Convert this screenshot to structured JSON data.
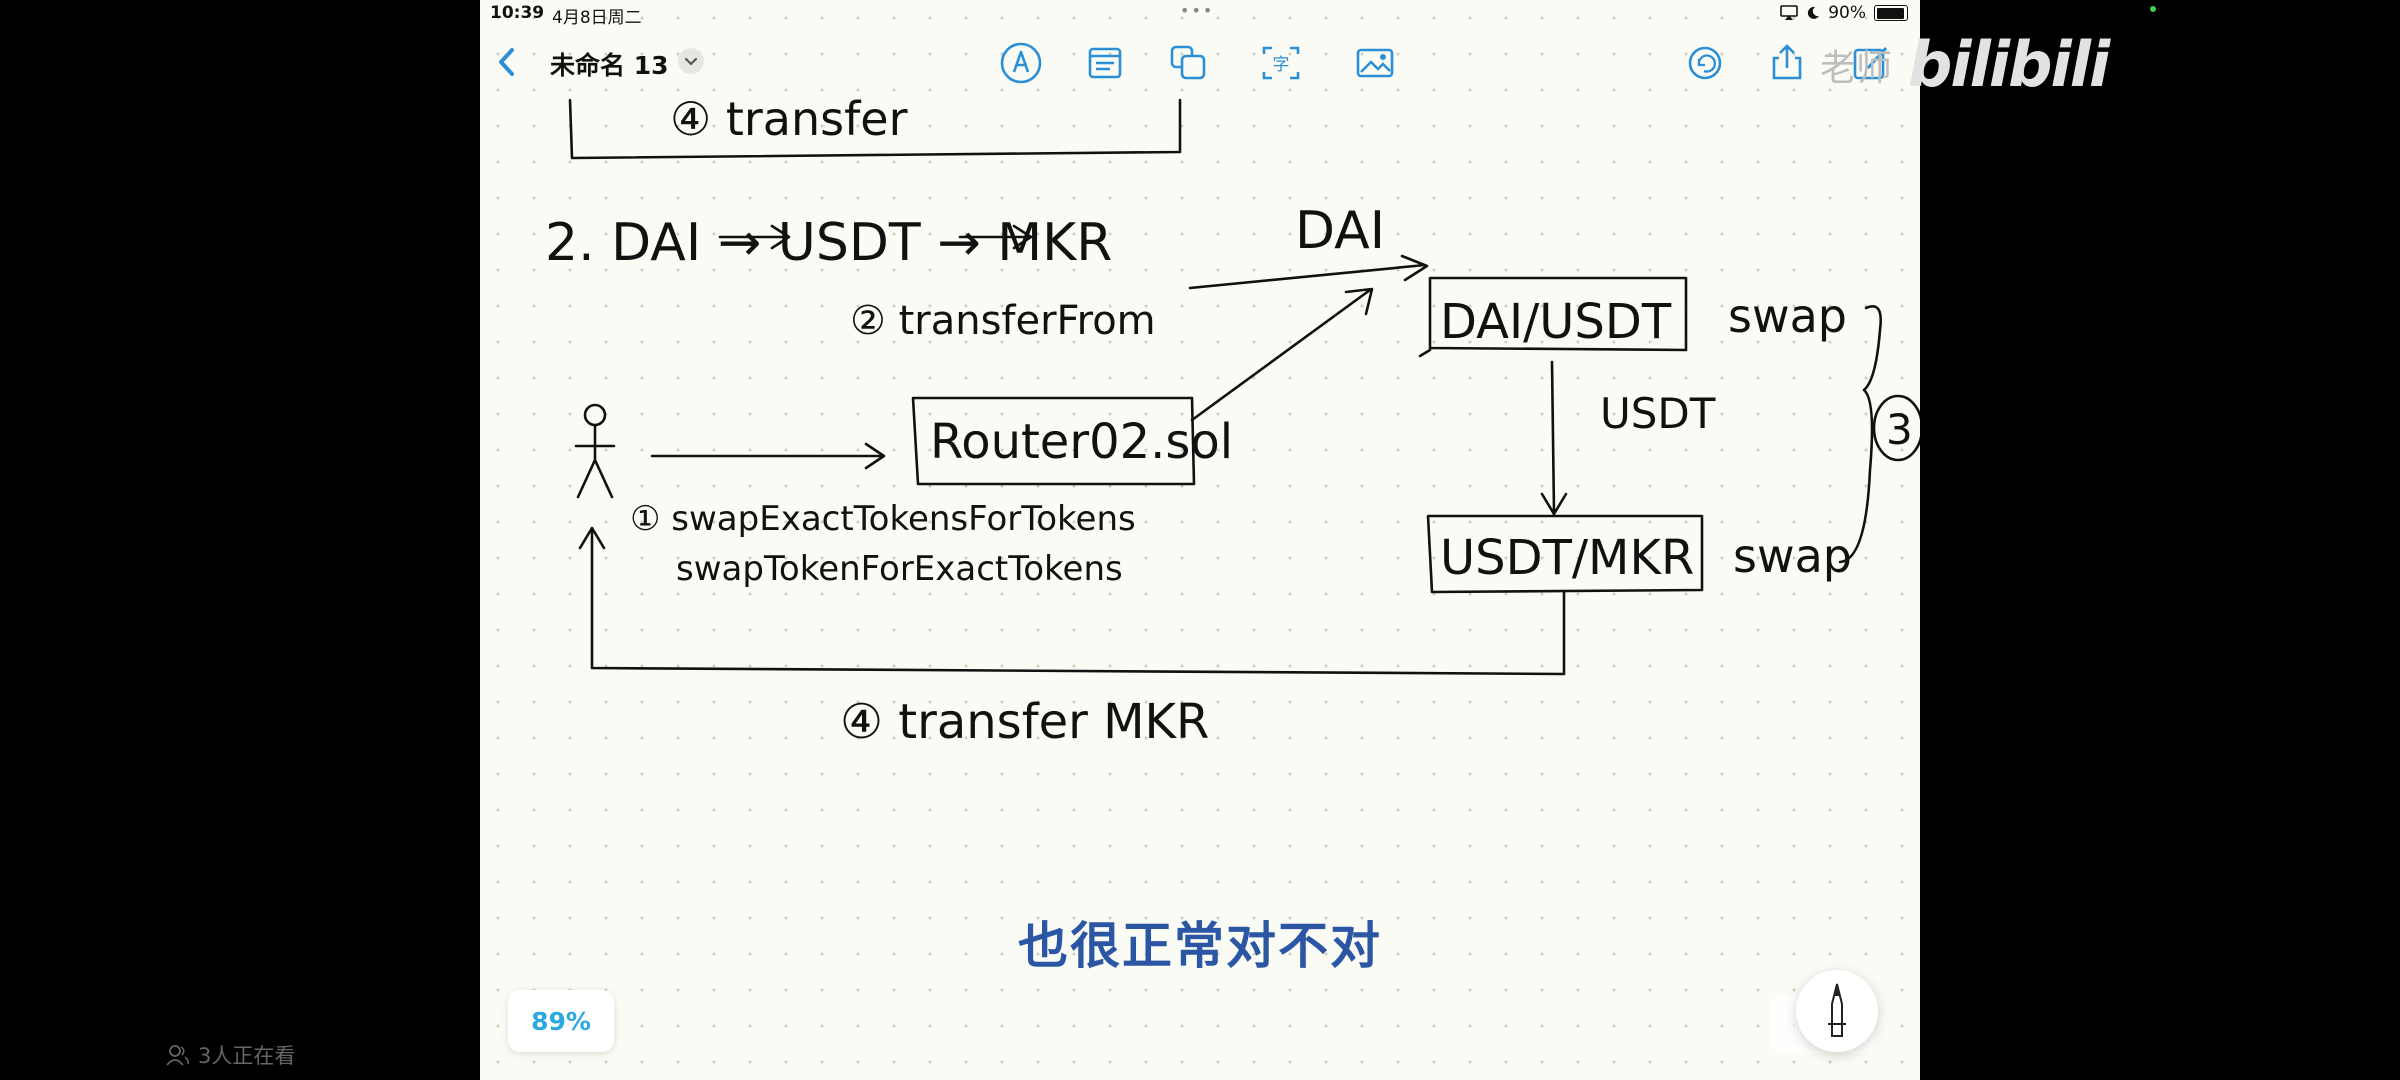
{
  "status_bar": {
    "time": "10:39",
    "date": "4月8日周二",
    "battery": "90%"
  },
  "document": {
    "title": "未命名 13"
  },
  "toolbar": {
    "tools": [
      "pen-tool-icon",
      "text-box-icon",
      "shapes-icon",
      "text-recognition-icon",
      "image-icon"
    ],
    "actions": [
      "undo-icon",
      "share-icon",
      "new-note-icon"
    ]
  },
  "drawing": {
    "top_label": "④ transfer",
    "step_title": "2. DAI → USDT → MKR",
    "dai_label": "DAI",
    "step2": "② transferFrom",
    "router": "Router02.sol",
    "pair1": "DAI/USDT",
    "pair2": "USDT/MKR",
    "swap1": "swap",
    "swap2": "swap",
    "usdt_label": "USDT",
    "bracket_num": "3",
    "step1_line1": "① swapExactTokensForTokens",
    "step1_line2": "swapTokenForExactTokens",
    "step4": "④ transfer MKR"
  },
  "subtitle": "也很正常对不对",
  "zoom": "89%",
  "viewers": "3人正在看",
  "watermark": {
    "text": "老师",
    "logo": "bilibili"
  }
}
